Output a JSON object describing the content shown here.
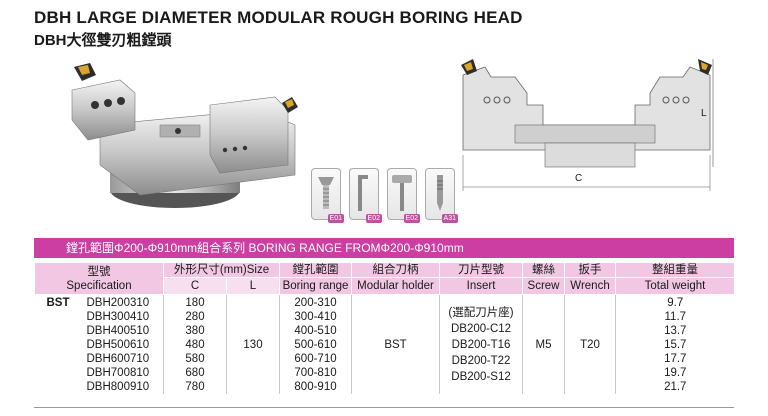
{
  "title_en": "DBH LARGE DIAMETER MODULAR ROUGH BORING HEAD",
  "title_zh": "DBH大徑雙刃粗鏜頭",
  "drawing": {
    "dim_c": "C",
    "dim_l": "L"
  },
  "accessories": [
    {
      "icon": "screw-icon",
      "tag": "E01"
    },
    {
      "icon": "torx-key-icon",
      "tag": "E02"
    },
    {
      "icon": "t-wrench-icon",
      "tag": "E02"
    },
    {
      "icon": "pin-icon",
      "tag": "A31"
    }
  ],
  "banner": "鏜孔範圍Φ200-Φ910mm組合系列   BORING RANGE FROMΦ200-Φ910mm",
  "table": {
    "headers": {
      "spec_zh": "型號",
      "spec_en": "Specification",
      "size_zh": "外形尺寸(mm)Size",
      "size_c": "C",
      "size_l": "L",
      "range_zh": "鏜孔範圍",
      "range_en": "Boring range",
      "holder_zh": "組合刀柄",
      "holder_en": "Modular holder",
      "insert_zh": "刀片型號",
      "insert_en": "Insert",
      "screw_zh": "螺絲",
      "screw_en": "Screw",
      "wrench_zh": "扳手",
      "wrench_en": "Wrench",
      "weight_zh": "整組重量",
      "weight_en": "Total weight"
    },
    "group_label": "BST",
    "rows": [
      {
        "spec": "DBH200310",
        "c": "180",
        "range": "200-310",
        "weight": "9.7"
      },
      {
        "spec": "DBH300410",
        "c": "280",
        "range": "300-410",
        "weight": "11.7"
      },
      {
        "spec": "DBH400510",
        "c": "380",
        "range": "400-510",
        "weight": "13.7"
      },
      {
        "spec": "DBH500610",
        "c": "480",
        "range": "500-610",
        "weight": "15.7"
      },
      {
        "spec": "DBH600710",
        "c": "580",
        "range": "600-710",
        "weight": "17.7"
      },
      {
        "spec": "DBH700810",
        "c": "680",
        "range": "700-810",
        "weight": "19.7"
      },
      {
        "spec": "DBH800910",
        "c": "780",
        "range": "800-910",
        "weight": "21.7"
      }
    ],
    "shared": {
      "l": "130",
      "holder": "BST",
      "insert_note": "(選配刀片座)",
      "inserts": [
        "DB200-C12",
        "DB200-T16",
        "DB200-T22",
        "DB200-S12"
      ],
      "screw": "M5",
      "wrench": "T20"
    }
  }
}
